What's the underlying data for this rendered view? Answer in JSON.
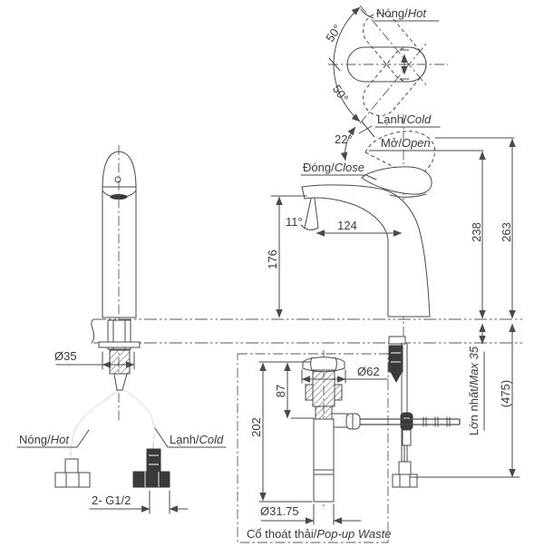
{
  "colors": {
    "line": "#4a4a4a",
    "text": "#3a3a3a",
    "dark_fill": "#3a3a3a",
    "background": "#ffffff"
  },
  "top_view": {
    "hot": {
      "vi": "Nóng/",
      "en": "Hot"
    },
    "cold": {
      "vi": "Lạnh/",
      "en": "Cold"
    },
    "angle_upper": "50°",
    "angle_lower": "50°"
  },
  "side_view": {
    "open": {
      "vi": "Mở/",
      "en": "Open"
    },
    "close": {
      "vi": "Đóng/",
      "en": "Close"
    },
    "handle_angle": "22°",
    "stream_angle": "11°",
    "dim_spout_reach": "124",
    "dim_spout_height": "176",
    "dim_height_closed": "238",
    "dim_height_open": "263",
    "dim_overall": "(475)",
    "max_thickness": {
      "vi": "Lớn nhất/",
      "en": "Max 35"
    }
  },
  "front_view": {
    "dim_body_diameter": "Ø35",
    "hot": {
      "vi": "Nóng/",
      "en": "Hot"
    },
    "cold": {
      "vi": "Lạnh/",
      "en": "Cold"
    },
    "thread_spec": "2- G1/2"
  },
  "popup_waste": {
    "caption": {
      "vi": "Cổ thoát thải/",
      "en": "Pop-up Waste"
    },
    "dim_flange_diameter": "Ø62",
    "dim_upper_height": "87",
    "dim_total_height": "202",
    "dim_pipe_diameter": "Ø31.75"
  }
}
